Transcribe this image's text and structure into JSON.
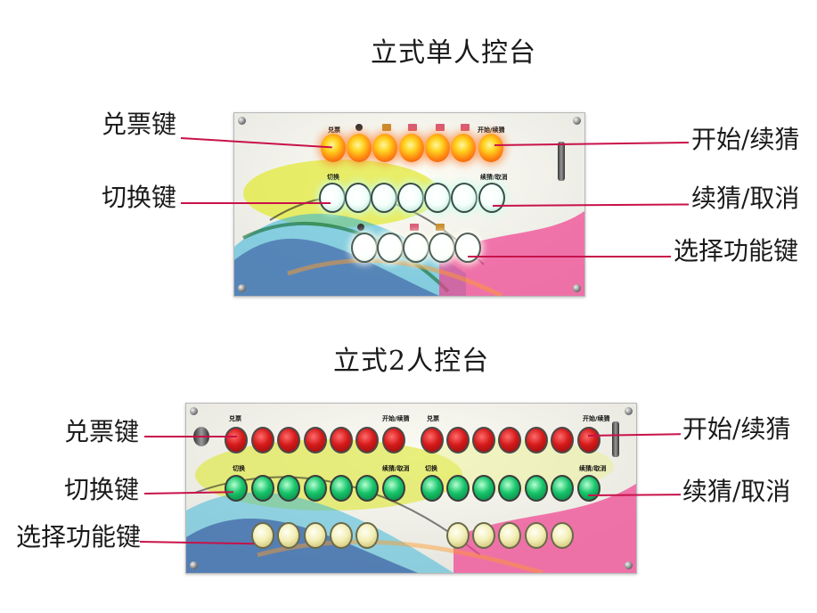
{
  "single": {
    "title": "立式单人控台",
    "labels": {
      "redeem": "兑票键",
      "switch": "切换键",
      "start_continue": "开始/续猜",
      "continue_cancel": "续猜/取消",
      "function_select": "选择功能键"
    },
    "panel_texts": {
      "redeem": "兑票",
      "start_continue": "开始/续猜",
      "switch": "切换",
      "continue_cancel": "续猜/取消"
    }
  },
  "double": {
    "title": "立式2人控台",
    "labels": {
      "redeem": "兑票键",
      "switch": "切换键",
      "function_select": "选择功能键",
      "start_continue": "开始/续猜",
      "continue_cancel": "续猜/取消"
    },
    "panel_texts": {
      "redeem_left": "兑票",
      "start_left": "开始/续猜",
      "redeem_right": "兑票",
      "start_right": "开始/续猜",
      "switch_left": "切换",
      "cancel_left": "续猜/取消",
      "switch_right": "切换",
      "cancel_right": "续猜/取消"
    }
  },
  "colors": {
    "leader_line": "#c8124a",
    "glow_orange": "#ff8a12",
    "red_button": "#d51a1a",
    "green_button": "#16c46a",
    "yellow_button": "#f3efb8"
  }
}
